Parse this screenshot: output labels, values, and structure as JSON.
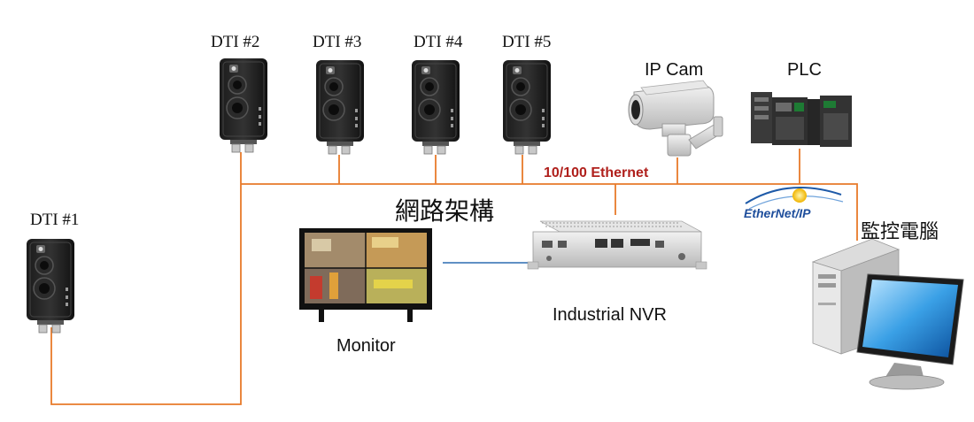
{
  "devices": {
    "dti1": {
      "label": "DTI #1"
    },
    "dti2": {
      "label": "DTI #2"
    },
    "dti3": {
      "label": "DTI #3"
    },
    "dti4": {
      "label": "DTI #4"
    },
    "dti5": {
      "label": "DTI #5"
    },
    "ipcam": {
      "label": "IP Cam"
    },
    "plc": {
      "label": "PLC"
    },
    "pc": {
      "label": "監控電腦"
    },
    "monitor": {
      "label": "Monitor"
    },
    "nvr": {
      "label": "Industrial NVR"
    }
  },
  "network": {
    "title": "網路架構",
    "ethernet_label": "10/100 Ethernet",
    "ethernetip_logo": "EtherNet/IP",
    "line_color": "#e87a2a",
    "label_color": "#b0201c",
    "monitor_link_color": "#2b6cb0"
  }
}
